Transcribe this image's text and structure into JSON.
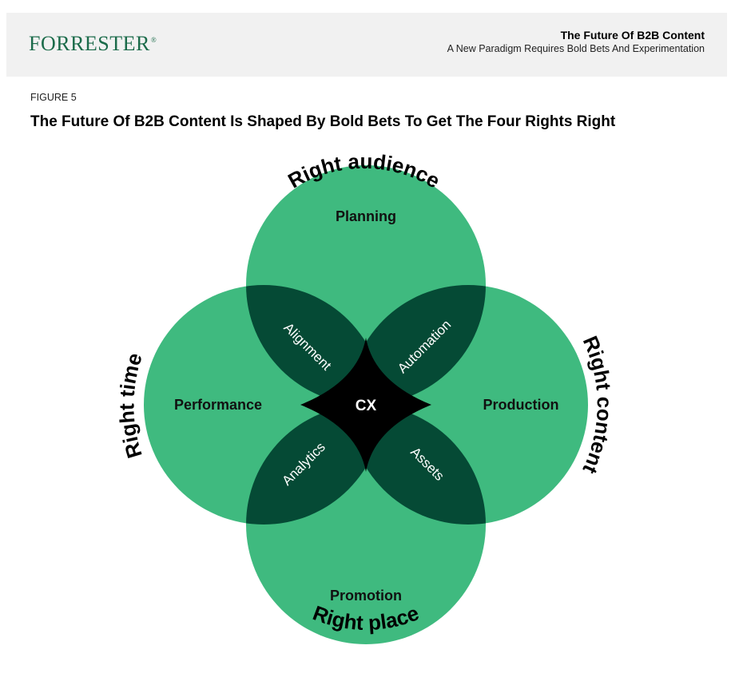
{
  "header": {
    "logo": "FORRESTER",
    "logo_mark": "®",
    "report_title": "The Future Of B2B Content",
    "report_subtitle": "A New Paradigm Requires Bold Bets And Experimentation"
  },
  "figure": {
    "label": "FIGURE 5",
    "title": "The Future Of B2B Content Is Shaped By Bold Bets To Get The Four Rights Right"
  },
  "diagram": {
    "rights": {
      "top": "Right audience",
      "right": "Right content",
      "bottom": "Right place",
      "left": "Right time"
    },
    "circles": {
      "top": "Planning",
      "right": "Production",
      "bottom": "Promotion",
      "left": "Performance"
    },
    "overlaps": {
      "top_left": "Alignment",
      "top_right": "Automation",
      "bottom_left": "Analytics",
      "bottom_right": "Assets"
    },
    "center": "CX",
    "colors": {
      "circle": "#3fba7f",
      "overlap": "#054a35",
      "center": "#000000",
      "overlap_text": "#ffffff",
      "circle_text": "#111111"
    }
  }
}
